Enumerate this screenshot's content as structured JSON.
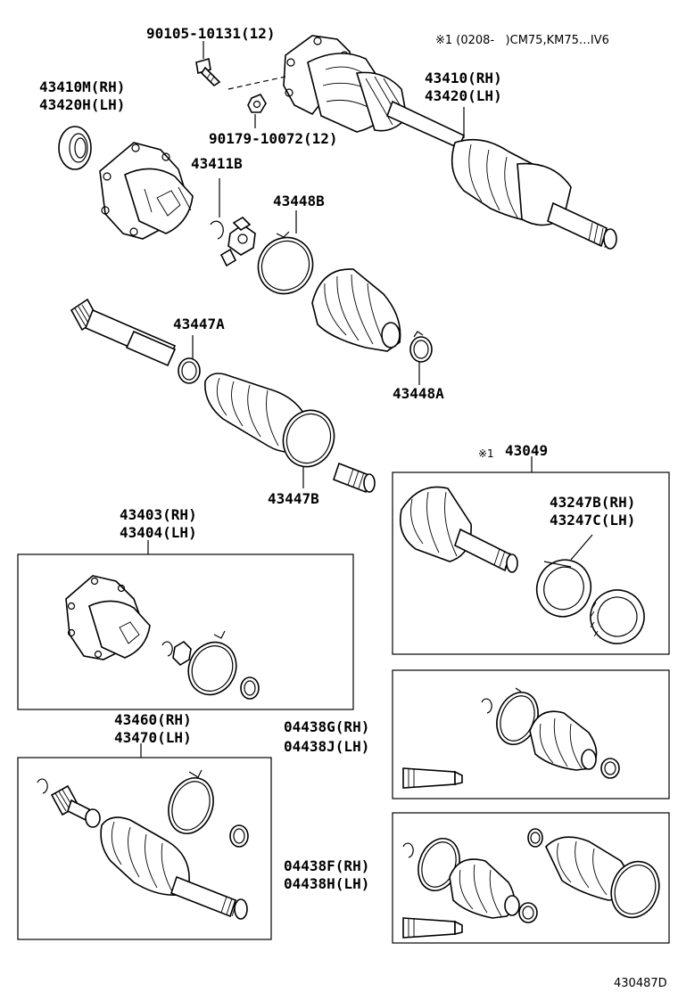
{
  "diagram_id": "430487D",
  "note": "※1 (0208-   )CM75,KM75…IV6",
  "parts": {
    "bolt": "90105-10131(12)",
    "nut": "90179-10072(12)",
    "seal_rh": "43410M(RH)",
    "seal_lh": "43420H(LH)",
    "shaft_rh": "43410(RH)",
    "shaft_lh": "43420(LH)",
    "snap_ring": "43411B",
    "boot_band_b": "43448B",
    "boot_band_a": "43448A",
    "clamp_a": "43447A",
    "clamp_b": "43447B",
    "outboard_mark": "※1",
    "outboard_joint": "43049",
    "bearing_rh": "43247B(RH)",
    "bearing_lh": "43247C(LH)",
    "inboard_rh": "43403(RH)",
    "inboard_lh": "43404(LH)",
    "joint_rh": "43460(RH)",
    "joint_lh": "43470(LH)",
    "boot_kit1_rh": "04438G(RH)",
    "boot_kit1_lh": "04438J(LH)",
    "boot_kit2_rh": "04438F(RH)",
    "boot_kit2_lh": "04438H(LH)"
  }
}
